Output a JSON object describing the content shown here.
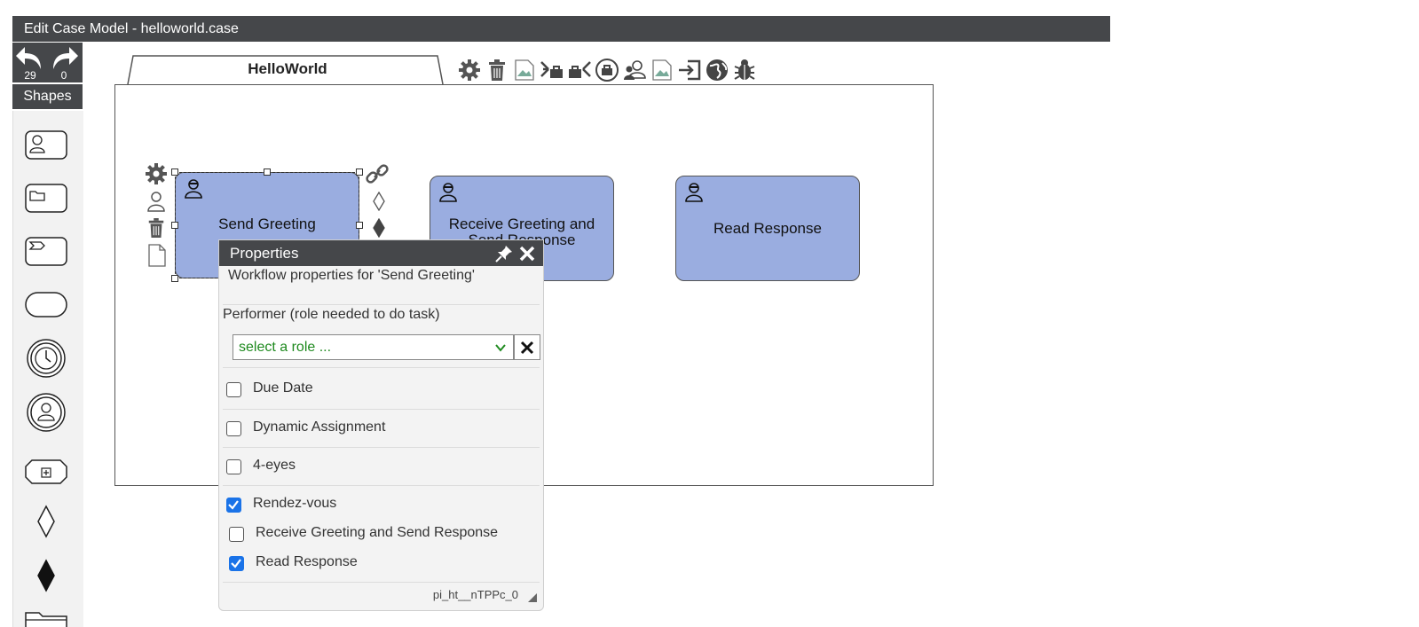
{
  "window": {
    "title": "Edit Case Model - helloworld.case"
  },
  "history": {
    "undo_count": "29",
    "redo_count": "0"
  },
  "shapes_panel": {
    "title": "Shapes",
    "items": [
      "human-task-icon",
      "case-file-icon",
      "process-task-icon",
      "milestone-icon",
      "timer-event-icon",
      "user-event-icon",
      "stage-icon",
      "entry-criterion-icon",
      "exit-criterion-icon",
      "folder-icon"
    ]
  },
  "tab": {
    "label": "HelloWorld"
  },
  "toolbar": {
    "items": [
      "gear-icon",
      "trash-icon",
      "broken-image-icon",
      "import-icon",
      "export-icon",
      "deploy-icon",
      "roles-icon",
      "broken-image-icon",
      "login-icon",
      "globe-icon",
      "bug-icon"
    ]
  },
  "canvas": {
    "tasks": [
      {
        "label": "Send Greeting",
        "selected": true
      },
      {
        "label": "Receive Greeting and Send Response",
        "selected": false
      },
      {
        "label": "Read Response",
        "selected": false
      }
    ]
  },
  "properties": {
    "title": "Properties",
    "subtitle": "Workflow properties for  'Send Greeting'",
    "performer_label": "Performer (role needed to do task)",
    "performer_placeholder": "select a role ...",
    "options": [
      {
        "label": "Due Date",
        "checked": false
      },
      {
        "label": "Dynamic Assignment",
        "checked": false
      },
      {
        "label": "4-eyes",
        "checked": false
      },
      {
        "label": "Rendez-vous",
        "checked": true
      }
    ],
    "rendezvous_tasks": [
      {
        "label": "Receive Greeting and Send Response",
        "checked": false
      },
      {
        "label": "Read Response",
        "checked": true
      }
    ],
    "element_id": "pi_ht__nTPPc_0"
  },
  "colors": {
    "chrome": "#45474a",
    "task_fill": "#9aade0",
    "checkbox_checked": "#1a73e8",
    "select_text": "#1f8a1f"
  }
}
